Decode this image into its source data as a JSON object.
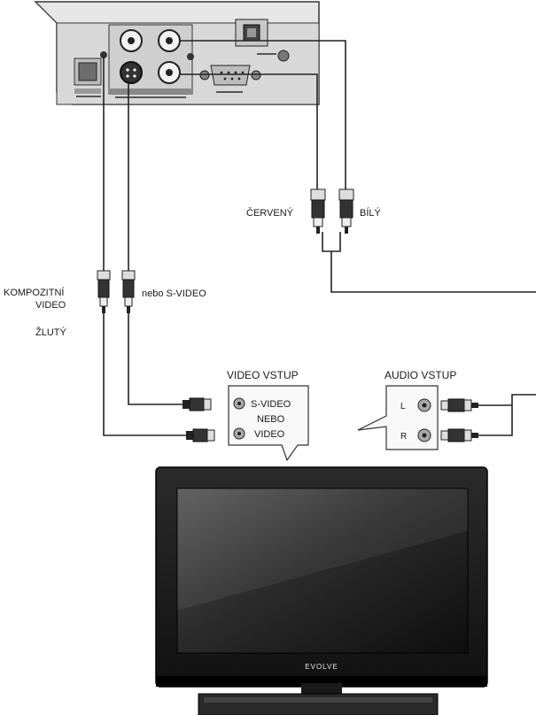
{
  "labels": {
    "cerveny": "ČERVENÝ",
    "bily": "BÍLÝ",
    "kompozitni": "KOMPOZITNÍ",
    "video": "VIDEO",
    "nebo_svideo": "nebo S-VIDEO",
    "zluty": "ŽLUTÝ"
  },
  "video_input": {
    "title": "VIDEO VSTUP",
    "svideo": "S-VIDEO",
    "nebo": "NEBO",
    "video": "VIDEO"
  },
  "audio_input": {
    "title": "AUDIO VSTUP",
    "left": "L",
    "right": "R"
  },
  "tv": {
    "brand": "EVOLVE"
  }
}
